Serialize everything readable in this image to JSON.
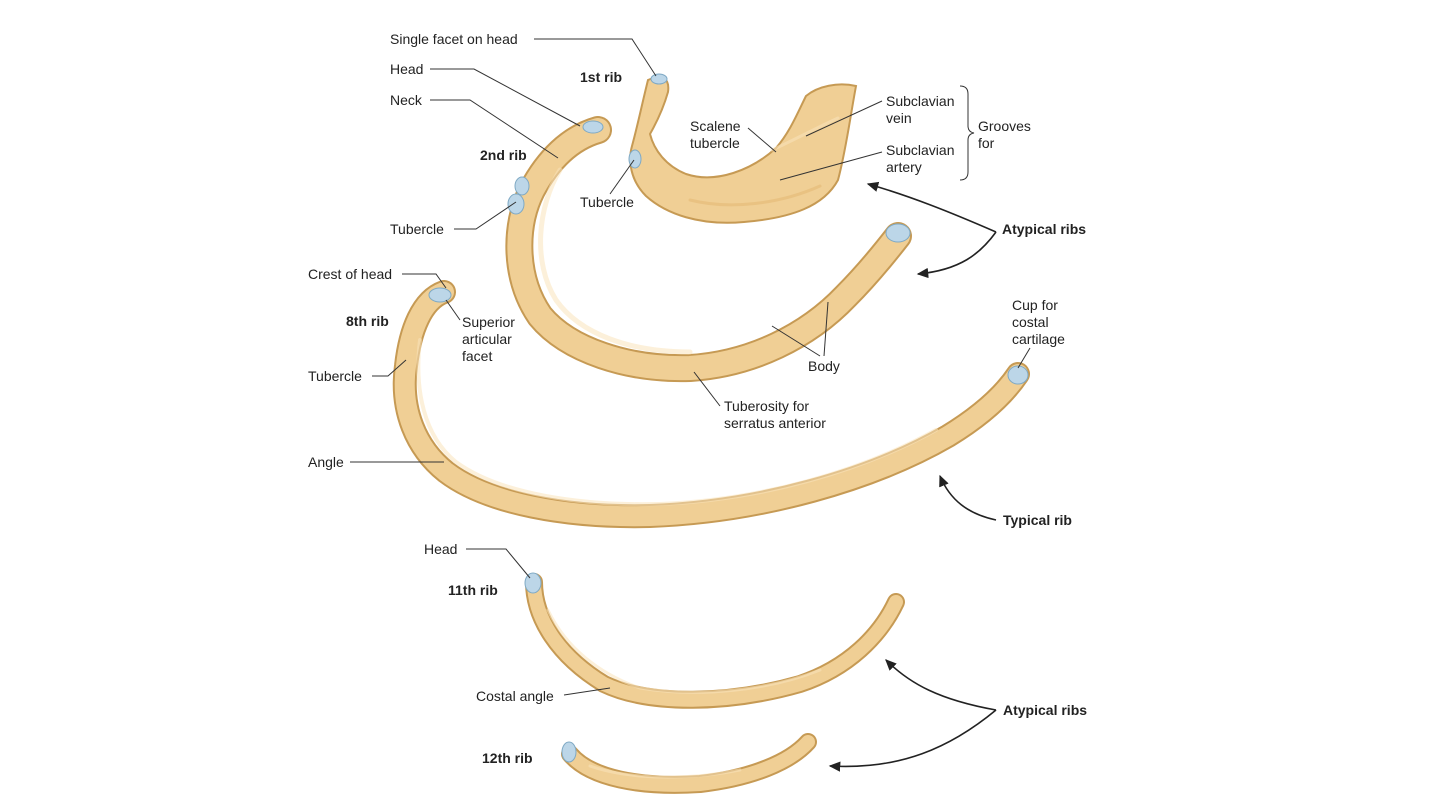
{
  "colors": {
    "bone": "#f0cf95",
    "bone_edge": "#c69a54",
    "bone_highlight": "#f9e4bc",
    "facet": "#bcd6e8",
    "text": "#222222"
  },
  "ribs": {
    "first": "1st rib",
    "second": "2nd rib",
    "eighth": "8th rib",
    "eleventh": "11th rib",
    "twelfth": "12th rib"
  },
  "labels": {
    "single_facet": "Single facet on head",
    "head_top": "Head",
    "neck": "Neck",
    "tubercle_2nd": "Tubercle",
    "tubercle_1st": "Tubercle",
    "scalene_tubercle": [
      "Scalene",
      "tubercle"
    ],
    "subclavian_vein": [
      "Subclavian",
      "vein"
    ],
    "subclavian_artery": [
      "Subclavian",
      "artery"
    ],
    "grooves_for": [
      "Grooves",
      "for"
    ],
    "atypical_upper": "Atypical ribs",
    "crest_of_head": "Crest of head",
    "superior_articular_facet": [
      "Superior",
      "articular",
      "facet"
    ],
    "tubercle_8th": "Tubercle",
    "angle": "Angle",
    "body": "Body",
    "tuberosity": [
      "Tuberosity for",
      "serratus anterior"
    ],
    "cup": [
      "Cup for",
      "costal",
      "cartilage"
    ],
    "typical_rib": "Typical rib",
    "head_11th": "Head",
    "costal_angle": "Costal angle",
    "atypical_lower": "Atypical ribs"
  }
}
